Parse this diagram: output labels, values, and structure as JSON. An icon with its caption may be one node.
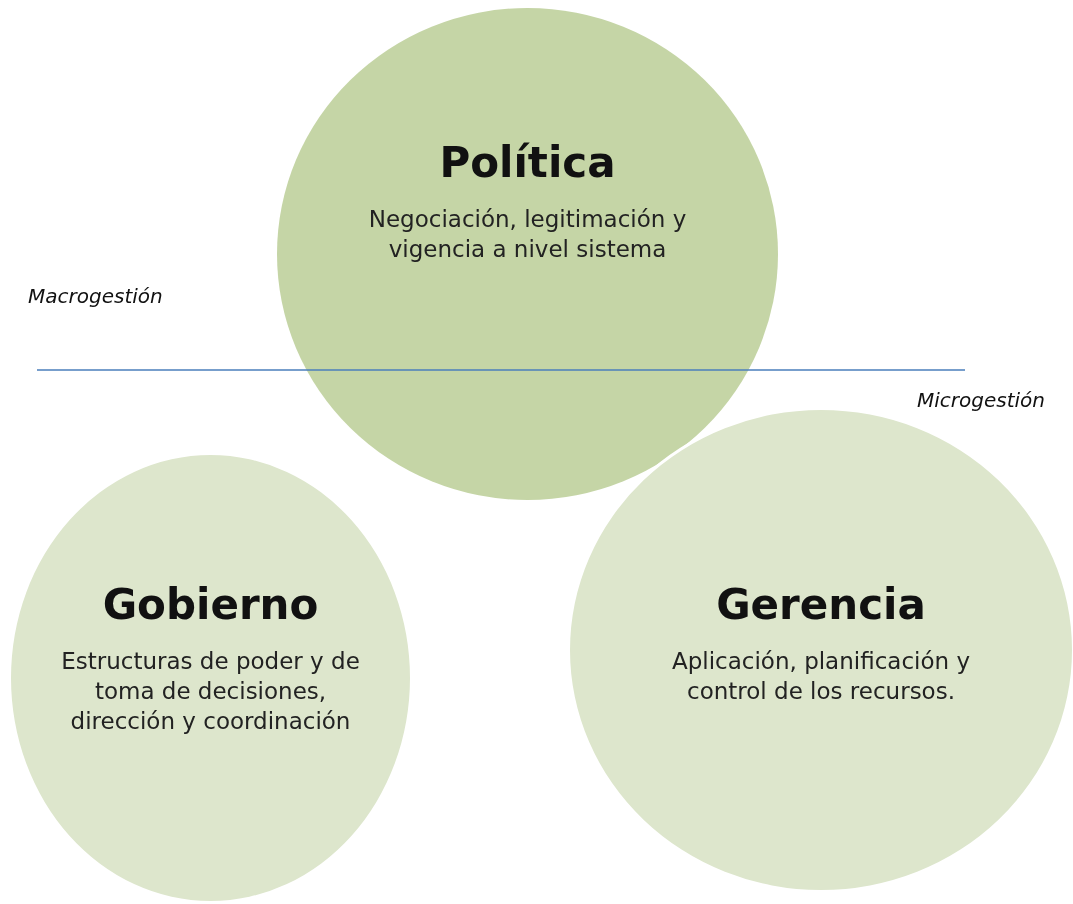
{
  "diagram": {
    "nodes": [
      {
        "text": [
          "Política",
          "Negociación, legitimación y vigencia a nivel sistema"
        ]
      },
      {
        "text": [
          "Gobierno",
          "Estructuras de poder y de toma de decisiones, dirección y coordinación"
        ]
      },
      {
        "text": [
          "Gerencia",
          "Aplicación, planificación y control de los recursos."
        ]
      }
    ],
    "edges": [],
    "labels": [
      "Macrogestión",
      "Microgestión"
    ]
  }
}
